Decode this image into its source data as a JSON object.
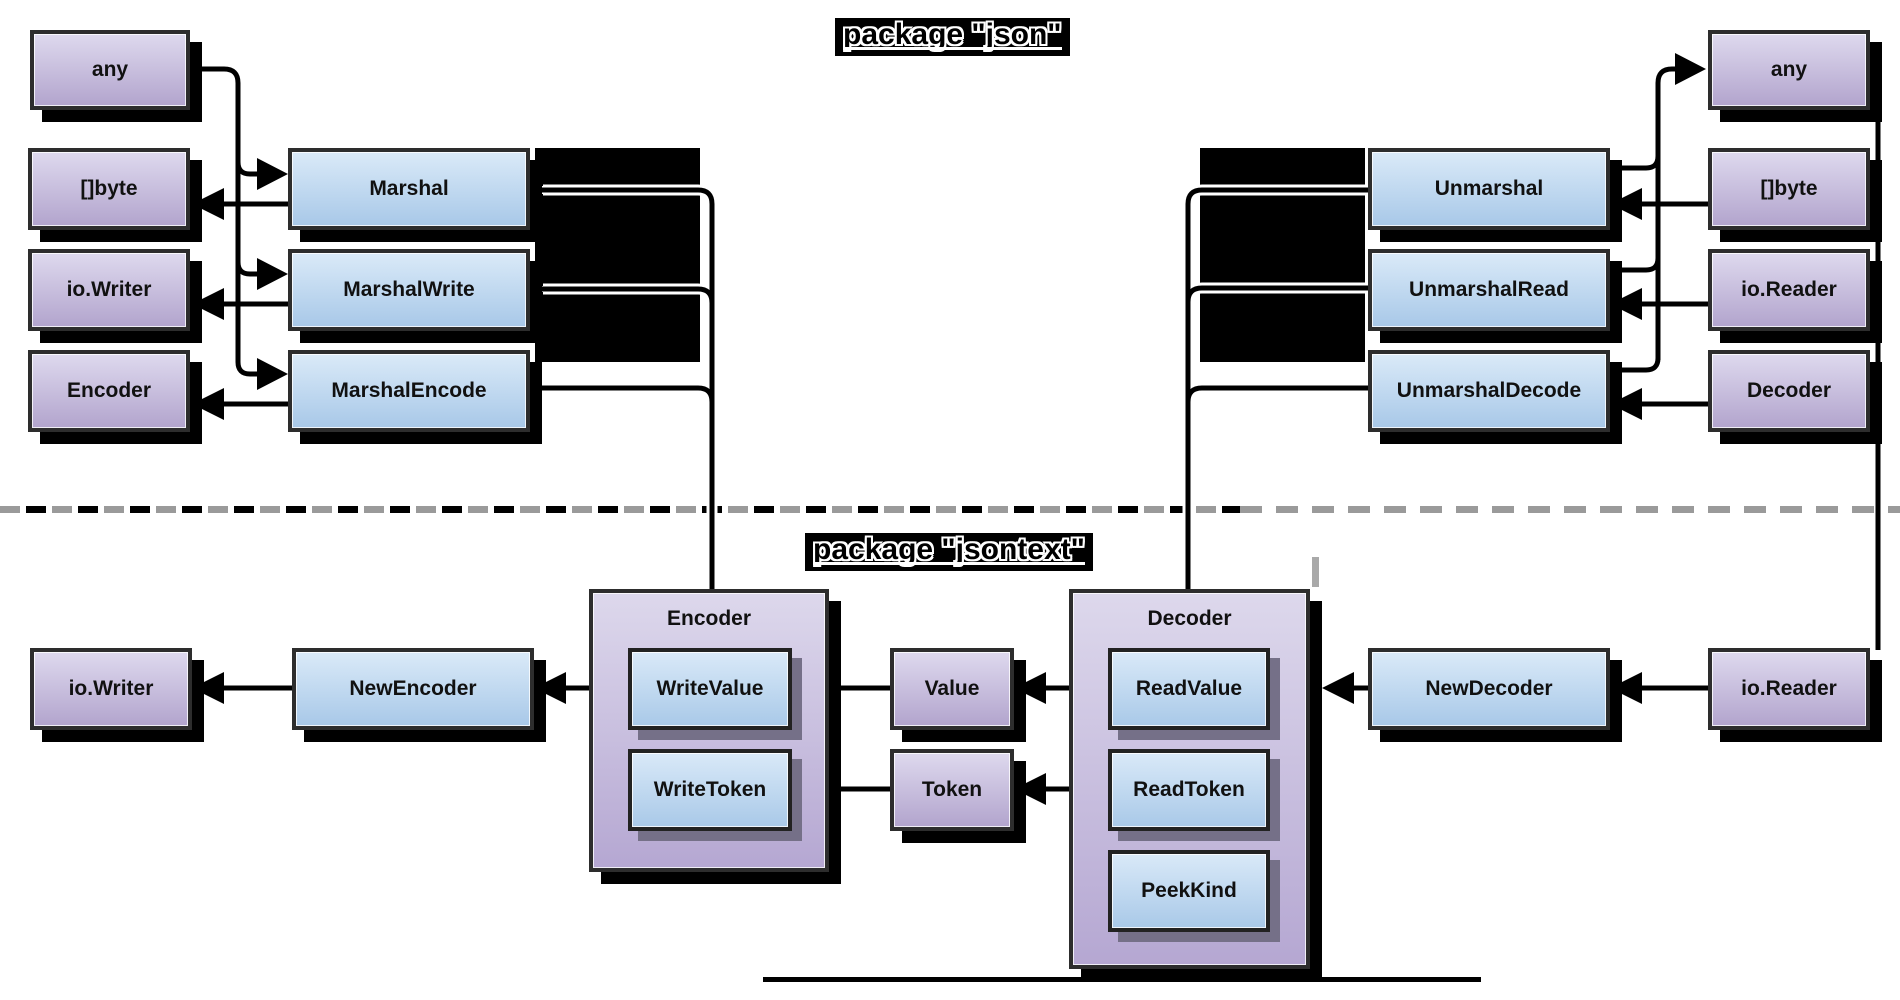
{
  "titles": {
    "json": "package \"json\"",
    "jsontext": "package \"jsontext\""
  },
  "json_pkg": {
    "left": {
      "any": "any",
      "byte_slice": "[]byte",
      "io_writer": "io.Writer",
      "encoder": "Encoder",
      "marshal": "Marshal",
      "marshal_write": "MarshalWrite",
      "marshal_encode": "MarshalEncode"
    },
    "right": {
      "unmarshal": "Unmarshal",
      "unmarshal_read": "UnmarshalRead",
      "unmarshal_decode": "UnmarshalDecode",
      "any": "any",
      "byte_slice": "[]byte",
      "io_reader": "io.Reader",
      "decoder": "Decoder"
    }
  },
  "jsontext_pkg": {
    "io_writer": "io.Writer",
    "new_encoder": "NewEncoder",
    "encoder": {
      "title": "Encoder",
      "write_value": "WriteValue",
      "write_token": "WriteToken"
    },
    "value": "Value",
    "token": "Token",
    "decoder": {
      "title": "Decoder",
      "read_value": "ReadValue",
      "read_token": "ReadToken",
      "peek_kind": "PeekKind"
    },
    "new_decoder": "NewDecoder",
    "io_reader": "io.Reader"
  },
  "colors": {
    "node_purple_top": "#ded9ee",
    "node_purple_bottom": "#b2a4cd",
    "fn_blue_top": "#daeaf8",
    "fn_blue_bottom": "#a8c8e8",
    "container_purple_top": "#ddd8ec",
    "container_purple_bottom": "#b5a7d2",
    "border": "#2d2d2d",
    "shadow": "#000000",
    "inner_shadow": "#757088",
    "dash_gray": "#9a9a9a",
    "redacted_label": "#000000"
  }
}
